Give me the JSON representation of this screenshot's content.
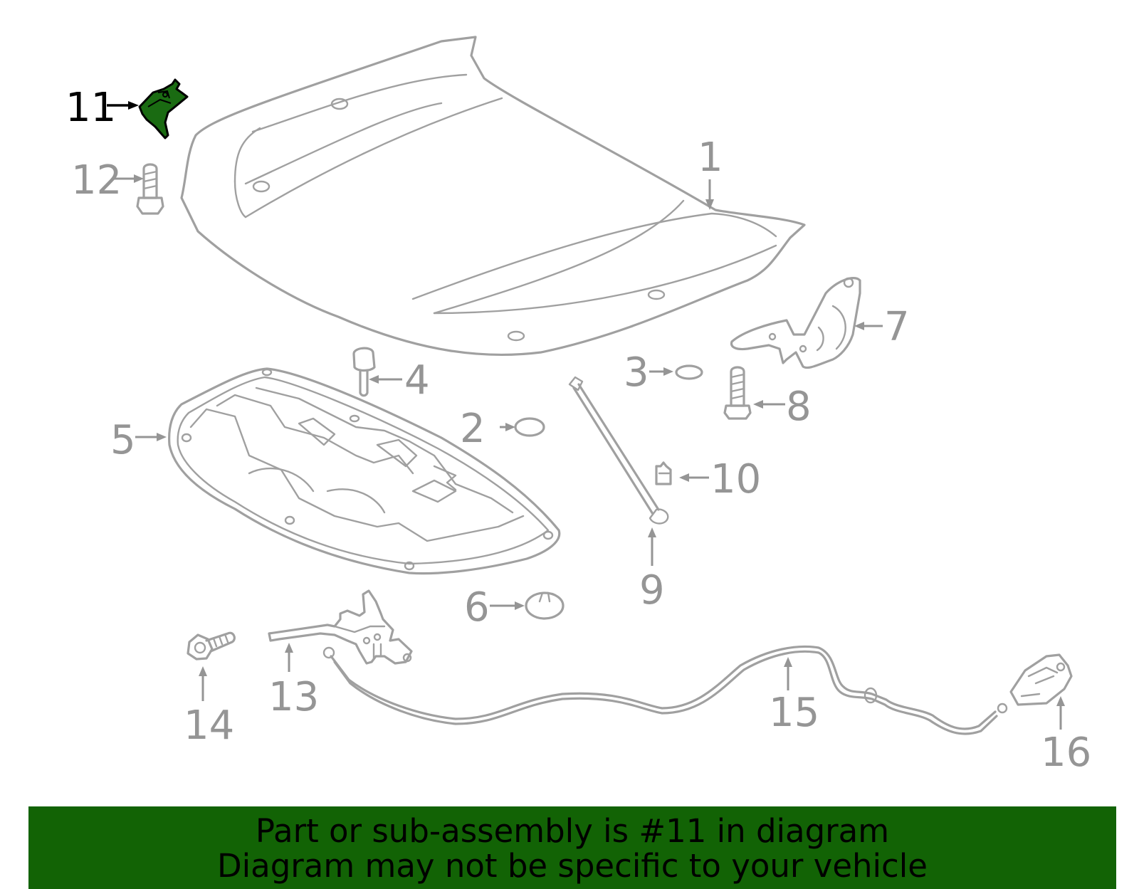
{
  "diagram": {
    "callouts": [
      "1",
      "2",
      "3",
      "4",
      "5",
      "6",
      "7",
      "8",
      "9",
      "10",
      "11",
      "12",
      "13",
      "14",
      "15",
      "16"
    ],
    "highlighted_part": "11",
    "highlight_color": "#1a6b12",
    "line_color": "#a0a0a0"
  },
  "banner": {
    "line1": "Part or sub-assembly is #11 in diagram",
    "line2": "Diagram may not be specific to your vehicle",
    "background": "#126305"
  }
}
